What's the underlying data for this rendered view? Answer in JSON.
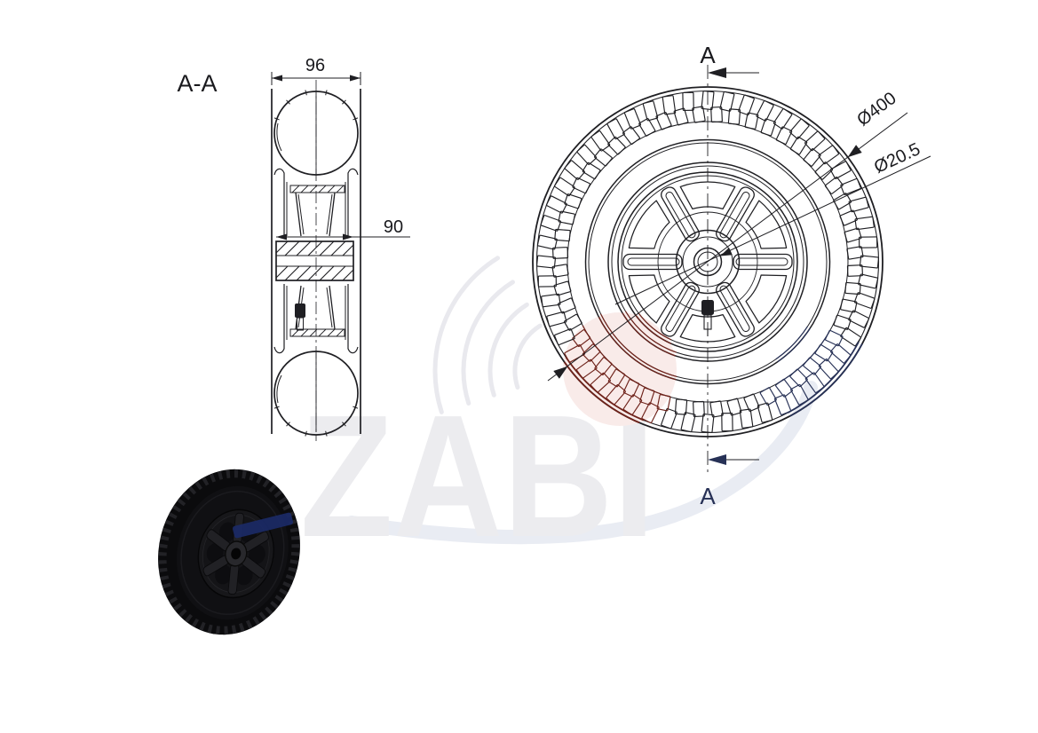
{
  "page": {
    "background": "#ffffff"
  },
  "watermark": {
    "text": "ZABI"
  },
  "section_view": {
    "title": "A-A",
    "dim_width_value": "96",
    "dim_hub_value": "90"
  },
  "front_view": {
    "dim_diameter_value": "Ø400",
    "dim_bore_value": "Ø20.5",
    "marker_top": "A",
    "marker_bottom": "A"
  },
  "colors": {
    "line": "#1f1f23",
    "navy": "#273156",
    "maroon": "#6e221a",
    "pink_dot": "#f9ebe9",
    "watermark_gray": "#ececef",
    "swoosh": "#e9ecf3",
    "photo_streak": "#1b2a66"
  }
}
